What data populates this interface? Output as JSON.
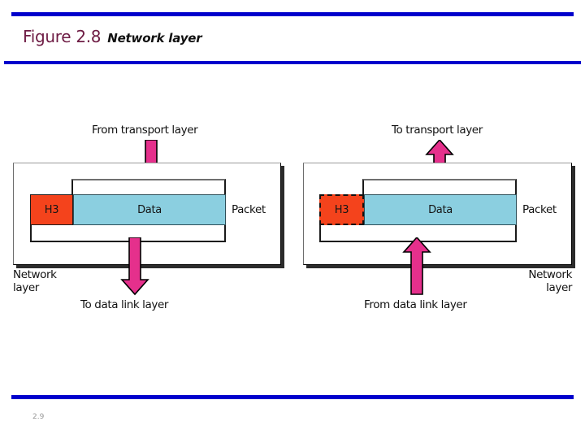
{
  "slide": {
    "figure_number": "Figure 2.8",
    "figure_caption": "Network layer",
    "page_number": "2.9",
    "accent_rule_color": "#0000CC",
    "title_color": "#6E1C44"
  },
  "palette": {
    "header_fill": "#F4431C",
    "data_fill": "#8BCFE0",
    "arrow_fill": "#E5308C",
    "arrow_stroke": "#000000",
    "box_stroke": "#000000",
    "shadow": "#2B2B2B"
  },
  "diagrams": [
    {
      "id": "sender-network-layer",
      "top_caption": "From transport layer",
      "bottom_caption": "To data link layer",
      "top_arrow_direction": "down",
      "bottom_arrow_direction": "down",
      "layer_label": "Network\nlayer",
      "layer_label_align": "left",
      "header_label": "H3",
      "header_border_style": "solid",
      "data_label": "Data",
      "packet_label": "Packet"
    },
    {
      "id": "receiver-network-layer",
      "top_caption": "To transport layer",
      "bottom_caption": "From data link layer",
      "top_arrow_direction": "up",
      "bottom_arrow_direction": "up",
      "layer_label": "Network\nlayer",
      "layer_label_align": "right",
      "header_label": "H3",
      "header_border_style": "dashed",
      "data_label": "Data",
      "packet_label": "Packet"
    }
  ]
}
